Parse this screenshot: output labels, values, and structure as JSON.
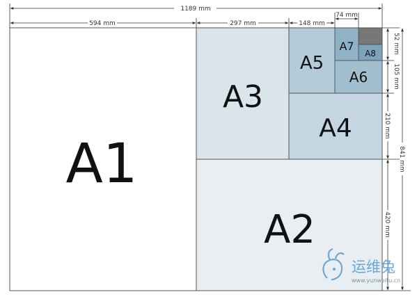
{
  "diagram": {
    "sheets": {
      "a1": {
        "label": "A1",
        "fill": "#ffffff"
      },
      "a2": {
        "label": "A2",
        "fill": "#e9eef2"
      },
      "a3": {
        "label": "A3",
        "fill": "#d9e4eb"
      },
      "a4": {
        "label": "A4",
        "fill": "#c3d6e1"
      },
      "a5": {
        "label": "A5",
        "fill": "#b4cbd9"
      },
      "a6": {
        "label": "A6",
        "fill": "#a2bfd0"
      },
      "a7": {
        "label": "A7",
        "fill": "#8fb2c6"
      },
      "a8": {
        "label": "A8",
        "fill": "#7ba4bc"
      },
      "smallest": {
        "fill": "#777777"
      }
    },
    "dimensions": {
      "total_width": "1189 mm",
      "a1_width": "594 mm",
      "a3_width": "297 mm",
      "a5_width": "148 mm",
      "a7_width": "74 mm",
      "a8_height": "52 mm",
      "a6_height": "105 mm",
      "a4_height": "210 mm",
      "a2_height": "420 mm",
      "total_height": "841 mm"
    },
    "watermark": {
      "brand": "运维兔",
      "url": "www.yunweitu.cn",
      "color": "#5aa0d8"
    }
  }
}
